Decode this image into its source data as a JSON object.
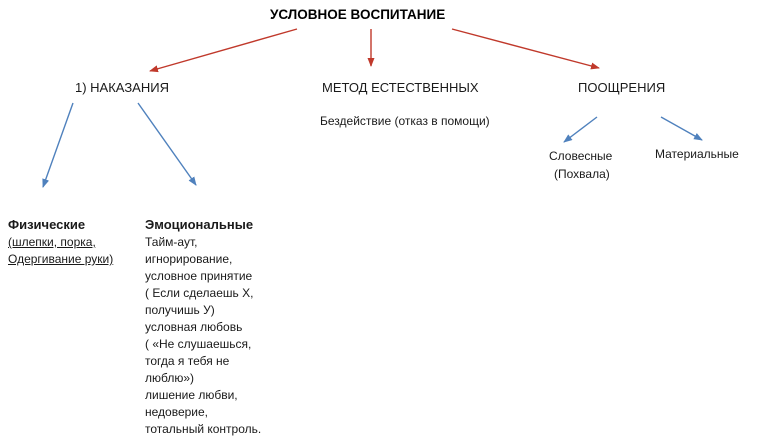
{
  "colors": {
    "red": "#c0392b",
    "blue": "#4f81bd",
    "text": "#1a1a1a"
  },
  "diagram": {
    "title": "УСЛОВНОЕ ВОСПИТАНИЕ",
    "branches": {
      "punishments": {
        "label": "1) НАКАЗАНИЯ",
        "children": {
          "physical": {
            "label": "Физические",
            "details": [
              "(шлепки, порка,",
              "Одергивание руки)"
            ]
          },
          "emotional": {
            "label": "Эмоциональные",
            "details": [
              "Тайм-аут,",
              "игнорирование,",
              "условное принятие",
              "( Если сделаешь Х,",
              "получишь У)",
              "условная любовь",
              "( «Не слушаешься,",
              "тогда я тебя не",
              "люблю»)",
              "лишение любви,",
              "недоверие,",
              "тотальный контроль."
            ]
          }
        }
      },
      "natural_method": {
        "label": "МЕТОД ЕСТЕСТВЕННЫХ",
        "sub": "Бездействие (отказ в помощи)"
      },
      "rewards": {
        "label": "ПООЩРЕНИЯ",
        "children": {
          "verbal": {
            "label": "Словесные",
            "sub": "(Похвала)"
          },
          "material": {
            "label": "Материальные"
          }
        }
      }
    }
  }
}
